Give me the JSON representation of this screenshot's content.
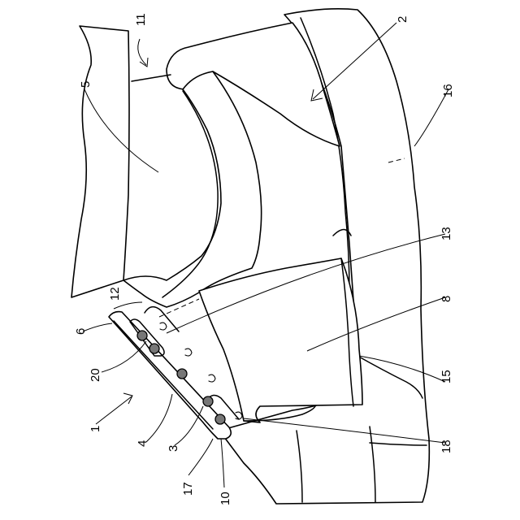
{
  "labels": {
    "l1": "1",
    "l2": "2",
    "l3": "3",
    "l4": "4",
    "l5": "5",
    "l6": "6",
    "l8": "8",
    "l10": "10",
    "l11": "11",
    "l12": "12",
    "l13": "13",
    "l15": "15",
    "l16": "16",
    "l17": "17",
    "l18": "18",
    "l20": "20"
  },
  "colors": {
    "stroke": "#000000",
    "background": "#ffffff",
    "rivet_fill": "#777777"
  }
}
